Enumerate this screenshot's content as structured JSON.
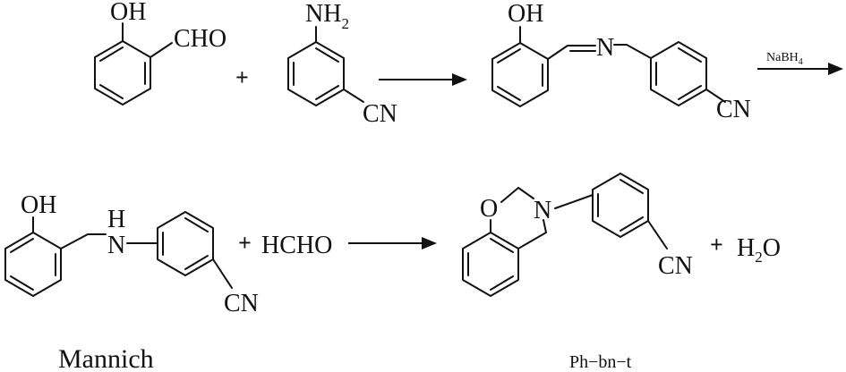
{
  "row1": {
    "salicylaldehyde": {
      "oh": "OH",
      "cho": "CHO"
    },
    "plus1": "+",
    "aminobenzonitrile": {
      "nh": "NH",
      "nh_sub": "2",
      "cn": "CN"
    },
    "imine": {
      "oh": "OH",
      "n": "N",
      "cn": "CN"
    },
    "reagent": {
      "main": "NaBH",
      "sub": "4"
    }
  },
  "row2": {
    "mannich_amine": {
      "oh": "OH",
      "h": "H",
      "n": "N",
      "cn": "CN"
    },
    "plus2": "+",
    "hcho": "HCHO",
    "benzoxazine": {
      "o": "O",
      "n": "N",
      "cn": "CN"
    },
    "plus3": "+",
    "water": {
      "h": "H",
      "h_sub": "2",
      "o": "O"
    }
  },
  "captions": {
    "mannich": "Mannich",
    "product": "Ph−bn−t"
  }
}
